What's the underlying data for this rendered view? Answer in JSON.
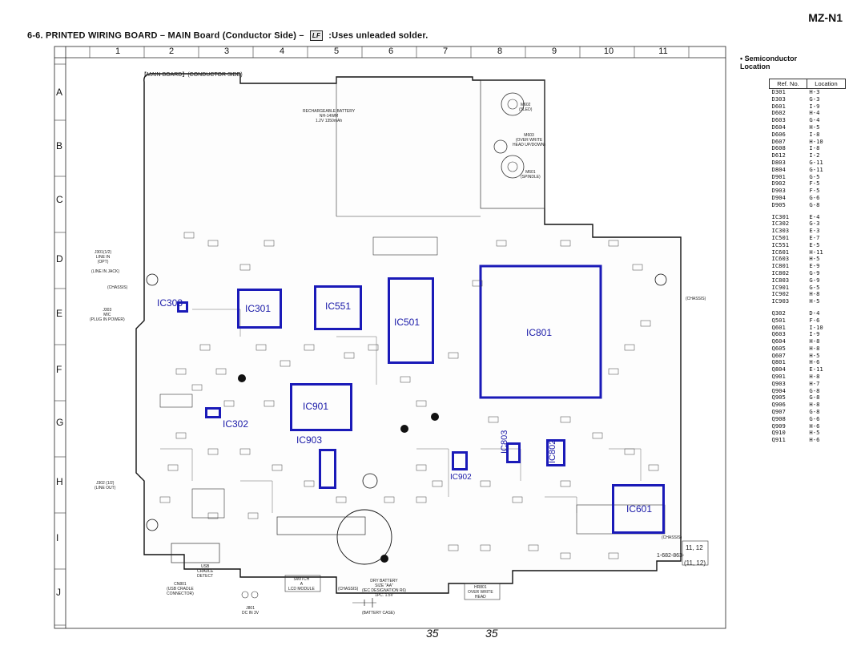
{
  "model": "MZ-N1",
  "heading": {
    "prefix": "6-6.   PRINTED  WIRING  BOARD  – MAIN Board (Conductor Side) –",
    "icon": "LF",
    "suffix": ":Uses unleaded solder."
  },
  "board_title": "【MAIN BOARD】(CONDUCTOR SIDE)",
  "columns": [
    "1",
    "2",
    "3",
    "4",
    "5",
    "6",
    "7",
    "8",
    "9",
    "10",
    "11"
  ],
  "rows": [
    "A",
    "B",
    "C",
    "D",
    "E",
    "F",
    "G",
    "H",
    "I",
    "J"
  ],
  "ics": [
    {
      "ref": "IC303"
    },
    {
      "ref": "IC301"
    },
    {
      "ref": "IC551"
    },
    {
      "ref": "IC501"
    },
    {
      "ref": "IC801"
    },
    {
      "ref": "IC302"
    },
    {
      "ref": "IC901"
    },
    {
      "ref": "IC903"
    },
    {
      "ref": "IC803"
    },
    {
      "ref": "IC802"
    },
    {
      "ref": "IC902"
    },
    {
      "ref": "IC601"
    }
  ],
  "annotations": {
    "battery": "RECHARGEABLE BATTERY\nNH-14WM\n1.2V 1350mAh",
    "m602": "M602\n(SLED)",
    "m603": "M603\n(OVER WRITE\nHEAD UP/DOWN)",
    "m601": "M601\n(SPINDLE)",
    "j301": "J301(1/2)\nLINE IN\n(OPT)",
    "line_in_jack": "(LINE IN JACK)",
    "chassis1": "(CHASSIS)",
    "j303": "J303\nMIC\n(PLUG IN POWER)",
    "j302": "J302 (1/2)\n(LINE OUT)",
    "cn801": "CN801\n(USB CRADLE\nCONNECTOR)",
    "usb_cradle": "USB\nCRADLE\nDETECT",
    "j801": "J801\nDC IN 3V",
    "switch": "SWITCH\nA\nLCD MODULE",
    "chassis_j": "(CHASSIS)",
    "dry_battery": "DRY BATTERY\nSIZE \"AA\"\n(IEC DESIGNATION R6)\n1PC. 1.5V",
    "battery_case": "(BATTERY CASE)",
    "hr801": "HR801\nOVER WRITE\nHEAD",
    "chassis_i": "(CHASSIS)",
    "chassis_e": "(CHASSIS)",
    "board_no": "1-682-863-",
    "sheet1": "11, 12",
    "sheet2": "(11, 12)"
  },
  "legend": {
    "title": "• Semiconductor\n  Location",
    "col_ref": "Ref. No.",
    "col_loc": "Location",
    "groups": [
      [
        [
          "D301",
          "H-3"
        ],
        [
          "D303",
          "G-3"
        ],
        [
          "D601",
          "I-9"
        ],
        [
          "D602",
          "H-4"
        ],
        [
          "D603",
          "G-4"
        ],
        [
          "D604",
          "H-5"
        ],
        [
          "D606",
          "I-8"
        ],
        [
          "D607",
          "H-10"
        ],
        [
          "D608",
          "I-8"
        ],
        [
          "D612",
          "I-2"
        ],
        [
          "D803",
          "G-11"
        ],
        [
          "D804",
          "G-11"
        ],
        [
          "D901",
          "G-5"
        ],
        [
          "D902",
          "F-5"
        ],
        [
          "D903",
          "F-5"
        ],
        [
          "D904",
          "G-6"
        ],
        [
          "D905",
          "G-8"
        ]
      ],
      [
        [
          "IC301",
          "E-4"
        ],
        [
          "IC302",
          "G-3"
        ],
        [
          "IC303",
          "E-3"
        ],
        [
          "IC501",
          "E-7"
        ],
        [
          "IC551",
          "E-5"
        ],
        [
          "IC601",
          "H-11"
        ],
        [
          "IC603",
          "H-5"
        ],
        [
          "IC801",
          "E-9"
        ],
        [
          "IC802",
          "G-9"
        ],
        [
          "IC803",
          "G-9"
        ],
        [
          "IC901",
          "G-5"
        ],
        [
          "IC902",
          "H-8"
        ],
        [
          "IC903",
          "H-5"
        ]
      ],
      [
        [
          "Q302",
          "D-4"
        ],
        [
          "Q501",
          "F-6"
        ],
        [
          "Q601",
          "I-10"
        ],
        [
          "Q603",
          "I-9"
        ],
        [
          "Q604",
          "H-8"
        ],
        [
          "Q605",
          "H-8"
        ],
        [
          "Q607",
          "H-5"
        ],
        [
          "Q801",
          "H-6"
        ],
        [
          "Q804",
          "E-11"
        ],
        [
          "Q901",
          "H-8"
        ],
        [
          "Q903",
          "H-7"
        ],
        [
          "Q904",
          "G-8"
        ],
        [
          "Q905",
          "G-8"
        ],
        [
          "Q906",
          "H-8"
        ],
        [
          "Q907",
          "G-8"
        ],
        [
          "Q908",
          "G-6"
        ],
        [
          "Q909",
          "H-6"
        ],
        [
          "Q910",
          "H-5"
        ],
        [
          "Q911",
          "H-6"
        ]
      ]
    ]
  },
  "page_left": "35",
  "page_right": "35"
}
